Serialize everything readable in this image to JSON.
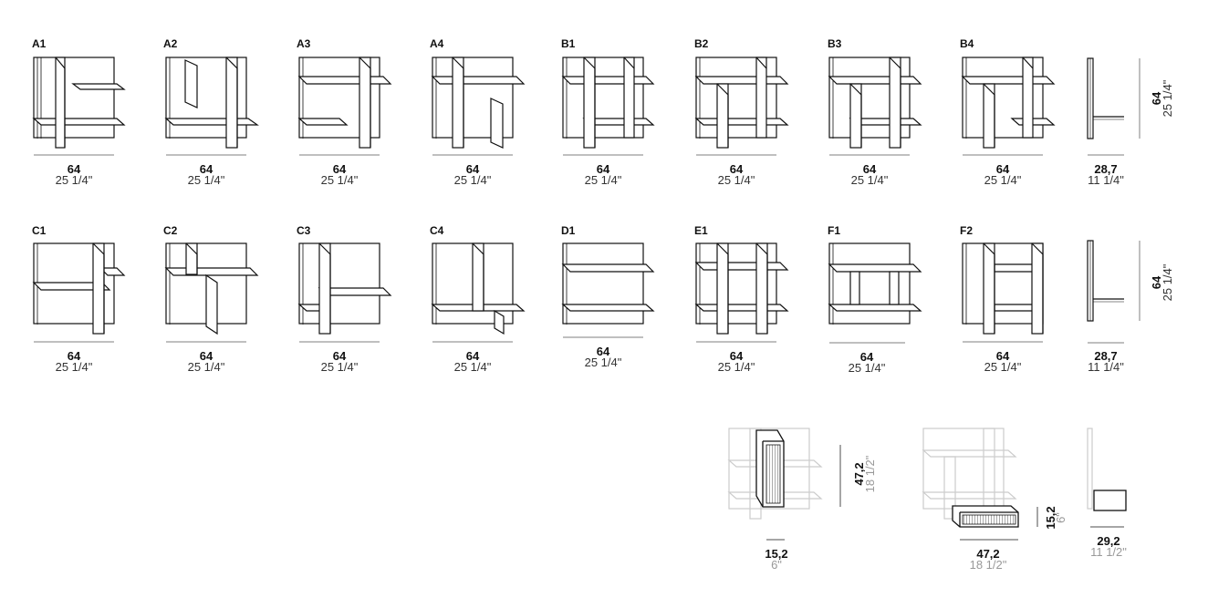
{
  "modules": [
    {
      "code": "A1",
      "width_cm": "64",
      "width_in": "25 1/4\""
    },
    {
      "code": "A2",
      "width_cm": "64",
      "width_in": "25 1/4\""
    },
    {
      "code": "A3",
      "width_cm": "64",
      "width_in": "25 1/4\""
    },
    {
      "code": "A4",
      "width_cm": "64",
      "width_in": "25 1/4\""
    },
    {
      "code": "B1",
      "width_cm": "64",
      "width_in": "25 1/4\""
    },
    {
      "code": "B2",
      "width_cm": "64",
      "width_in": "25 1/4\""
    },
    {
      "code": "B3",
      "width_cm": "64",
      "width_in": "25 1/4\""
    },
    {
      "code": "B4",
      "width_cm": "64",
      "width_in": "25 1/4\""
    },
    {
      "code": "C1",
      "width_cm": "64",
      "width_in": "25 1/4\""
    },
    {
      "code": "C2",
      "width_cm": "64",
      "width_in": "25 1/4\""
    },
    {
      "code": "C3",
      "width_cm": "64",
      "width_in": "25 1/4\""
    },
    {
      "code": "C4",
      "width_cm": "64",
      "width_in": "25 1/4\""
    },
    {
      "code": "D1",
      "width_cm": "64",
      "width_in": "25 1/4\""
    },
    {
      "code": "E1",
      "width_cm": "64",
      "width_in": "25 1/4\""
    },
    {
      "code": "F1",
      "width_cm": "64",
      "width_in": "25 1/4\""
    },
    {
      "code": "F2",
      "width_cm": "64",
      "width_in": "25 1/4\""
    }
  ],
  "side_views": [
    {
      "height_cm": "64",
      "height_in": "25 1/4\"",
      "depth_cm": "28,7",
      "depth_in": "11 1/4\""
    },
    {
      "height_cm": "64",
      "height_in": "25 1/4\"",
      "depth_cm": "28,7",
      "depth_in": "11 1/4\""
    }
  ],
  "accessories": {
    "vertical_box": {
      "width_cm": "15,2",
      "width_in": "6\"",
      "height_cm": "47,2",
      "height_in": "18 1/2\""
    },
    "horizontal_box": {
      "width_cm": "47,2",
      "width_in": "18 1/2\"",
      "height_cm": "15,2",
      "height_in": "6\""
    },
    "side": {
      "depth_cm": "29,2",
      "depth_in": "11 1/2\""
    }
  }
}
